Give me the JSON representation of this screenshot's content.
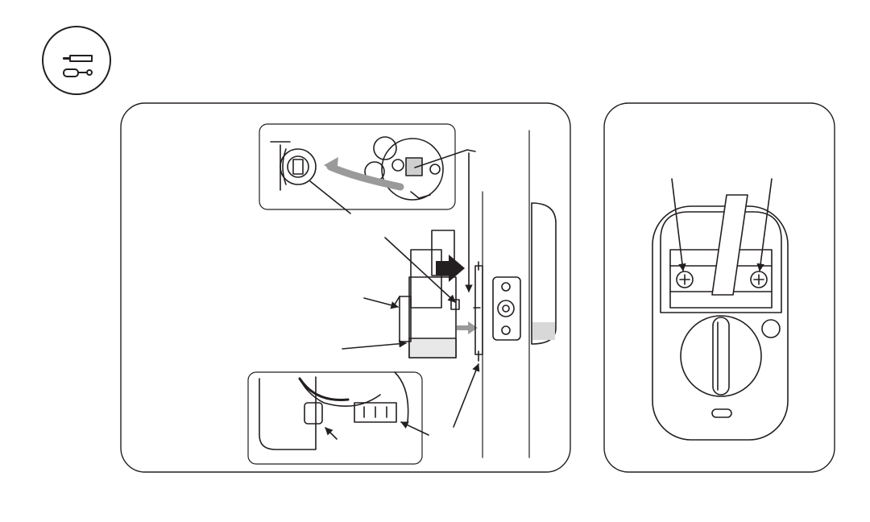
{
  "figure": {
    "tool_badge_icon": "screwdriver-and-wrench-icon",
    "panels": [
      {
        "id": "left",
        "content": "interior-lock-assembly-onto-door"
      },
      {
        "id": "right",
        "content": "interior-lock-battery-compartment-screws"
      }
    ],
    "colors": {
      "line": "#231f20",
      "panel_border": "#231f20",
      "arrow_fill": "#231f20",
      "curved_arrow": "#9a9a9a",
      "shade": "#cfcfcf",
      "background": "#ffffff"
    }
  }
}
